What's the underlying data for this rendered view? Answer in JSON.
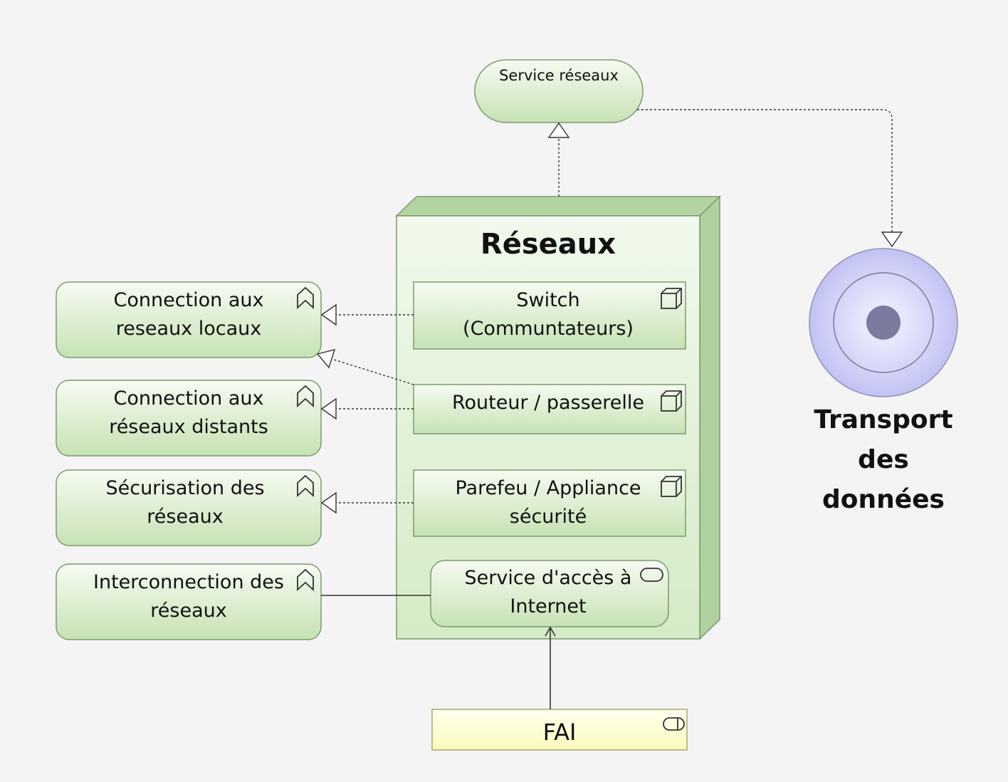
{
  "service_reseaux": {
    "label": "Service réseaux"
  },
  "node": {
    "title": "Réseaux"
  },
  "functions": [
    {
      "label": "Connection aux\nreseaux locaux"
    },
    {
      "label": "Connection aux\nréseaux distants"
    },
    {
      "label": "Sécurisation des\nréseaux"
    },
    {
      "label": "Interconnection des\nréseaux"
    }
  ],
  "devices": [
    {
      "label": "Switch\n(Communtateurs)"
    },
    {
      "label": "Routeur / passerelle"
    },
    {
      "label": "Parefeu / Appliance\nsécurité"
    }
  ],
  "internet_service": {
    "label": "Service d'accès à\nInternet"
  },
  "fai": {
    "label": "FAI"
  },
  "transport": {
    "label": "Transport\ndes\ndonnées"
  },
  "colors": {
    "element_fill_top": "#f4faf0",
    "element_fill_bottom": "#c9e4b8",
    "node_fill": "#eaf5e2",
    "node_side": "#b1d3a1",
    "border": "#7d9a6f",
    "fai_fill": "#ffffcc",
    "driver_fill": "#c8c8f8",
    "driver_core": "#7a7aa0"
  }
}
